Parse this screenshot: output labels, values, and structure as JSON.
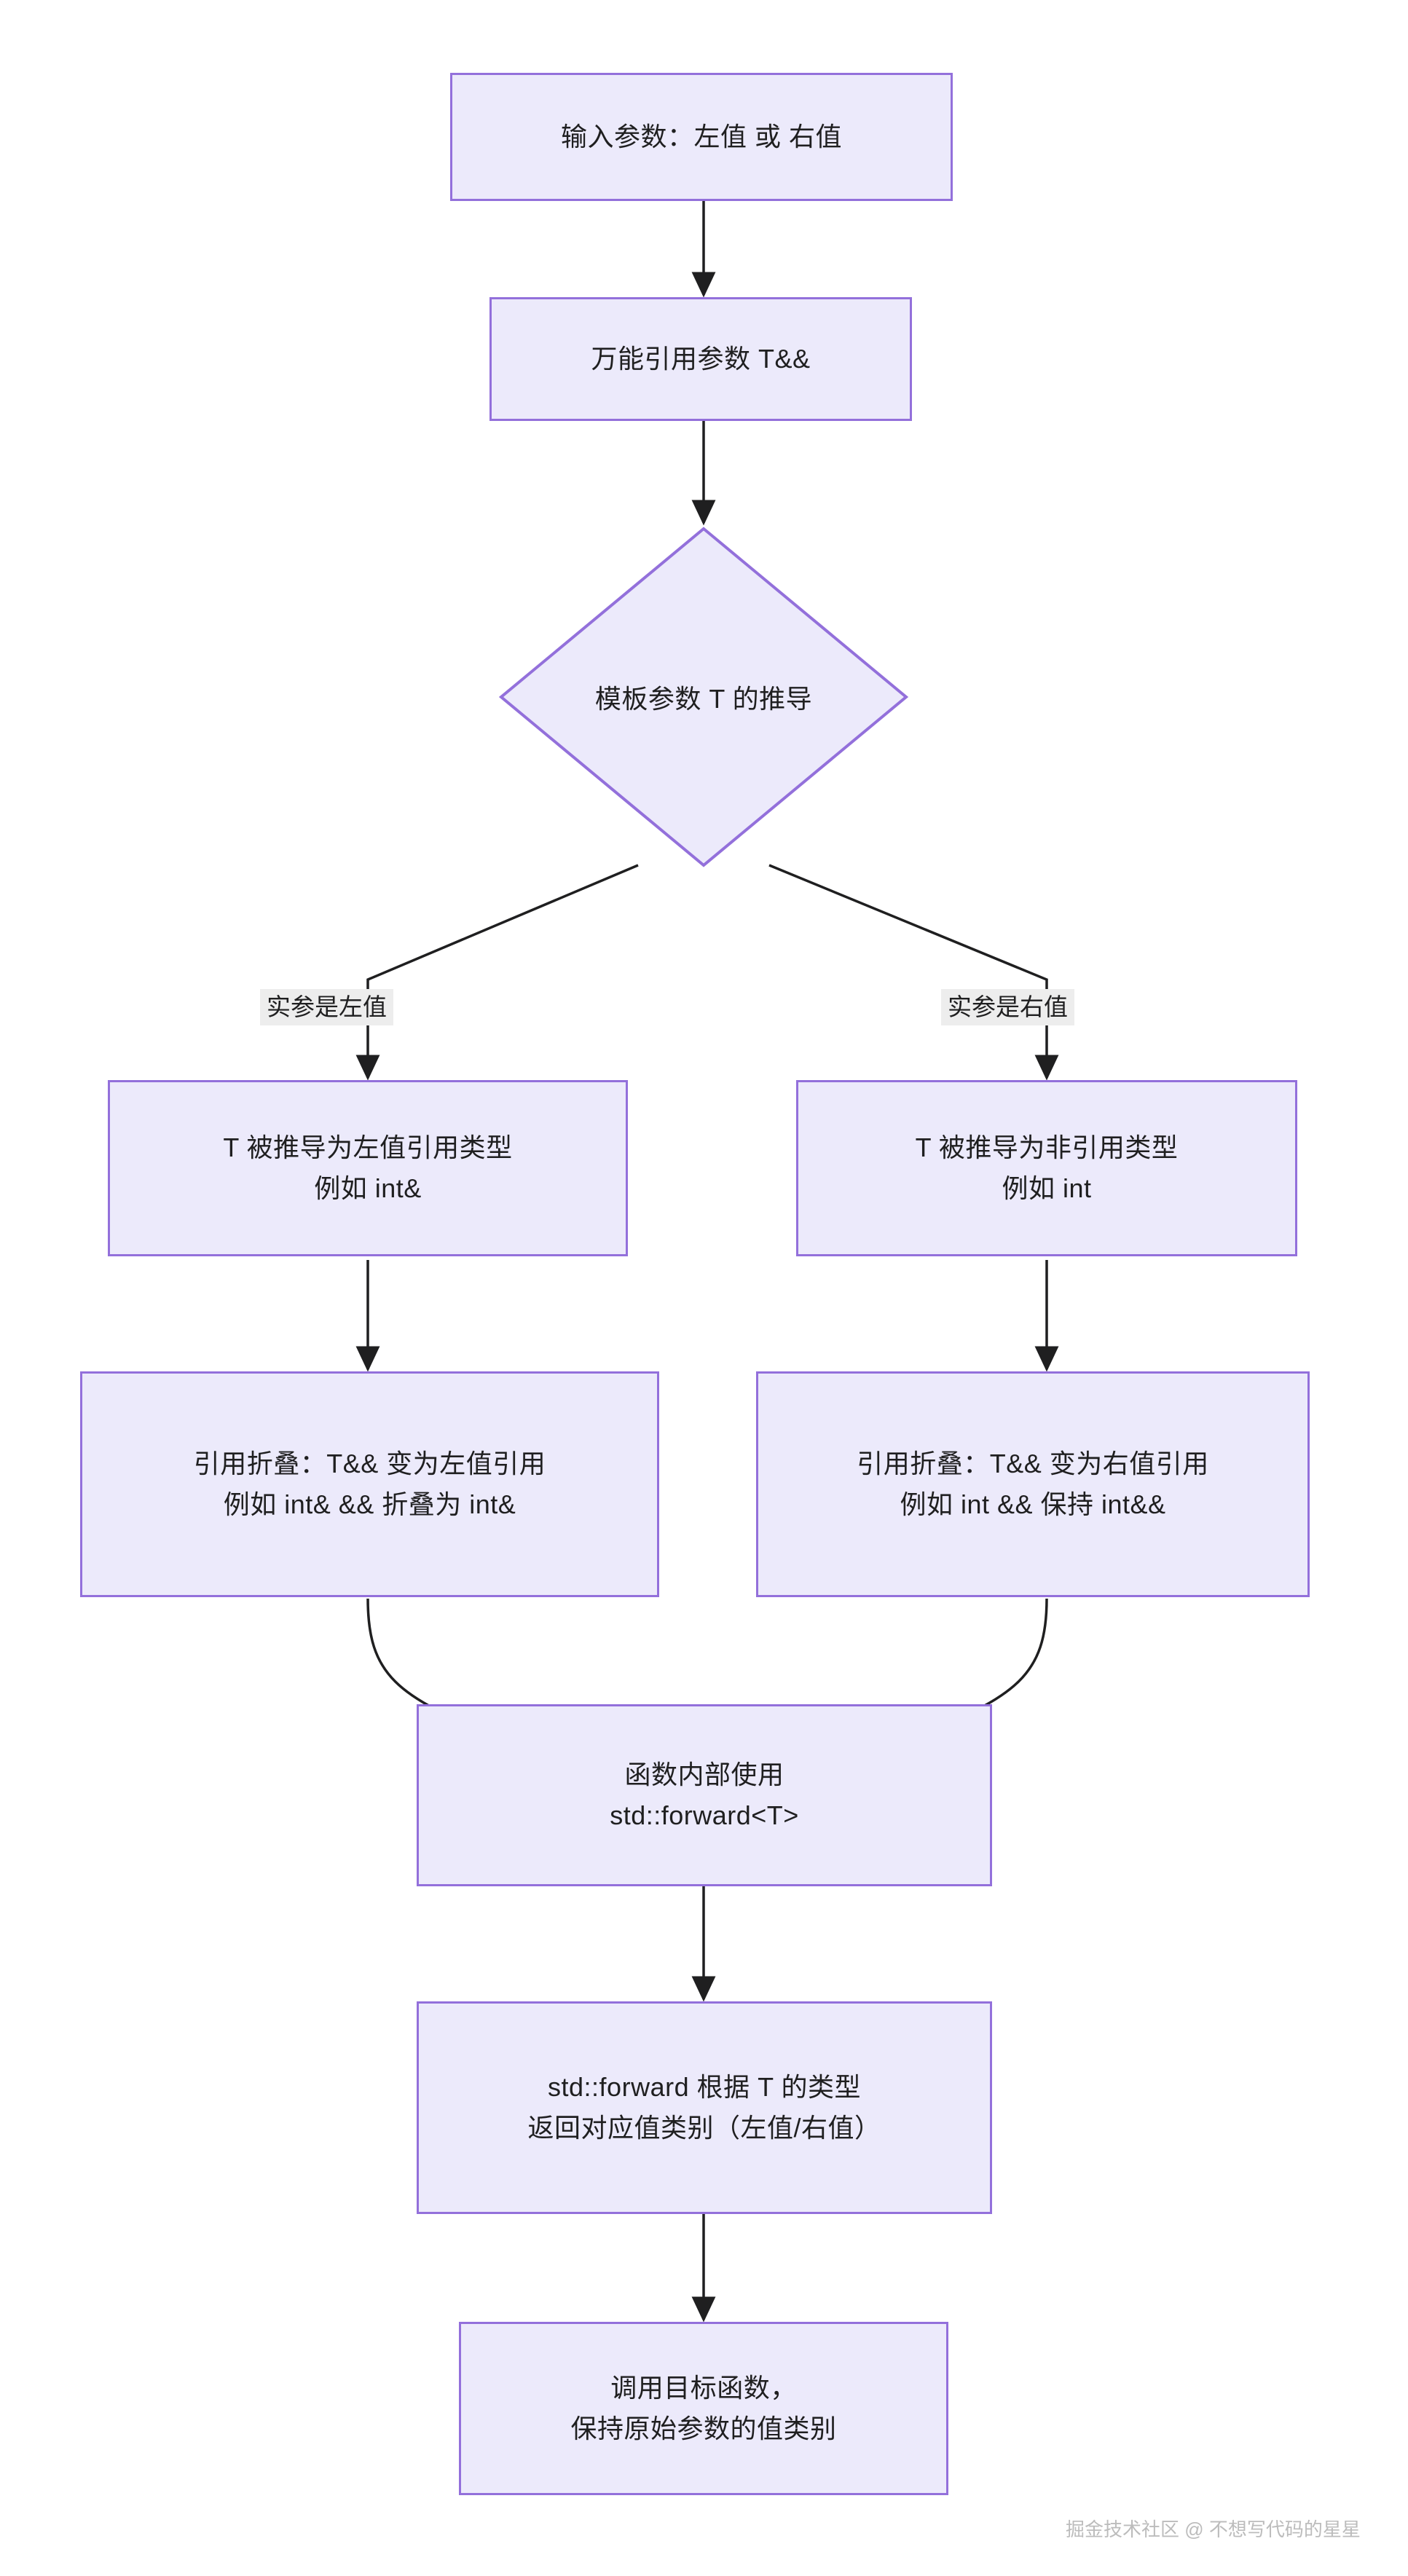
{
  "diagram": {
    "type": "flowchart",
    "direction": "top-down",
    "theme": {
      "node_fill": "#ECEAFB",
      "node_border": "#9370DB",
      "edge_color": "#1f1f20",
      "edge_label_bg": "#ededed",
      "text_color": "#1f1f20",
      "background": "#ffffff"
    },
    "nodes": {
      "input": {
        "label": "输入参数：左值 或 右值",
        "shape": "rect"
      },
      "universal_ref": {
        "label": "万能引用参数 T&&",
        "shape": "rect"
      },
      "deduction": {
        "label": "模板参数 T 的推导",
        "shape": "diamond"
      },
      "lvalue_deduce": {
        "label": "T 被推导为左值引用类型\n例如 int&",
        "shape": "rect"
      },
      "rvalue_deduce": {
        "label": "T 被推导为非引用类型\n例如 int",
        "shape": "rect"
      },
      "lvalue_collapse": {
        "label": "引用折叠：T&& 变为左值引用\n例如 int& && 折叠为 int&",
        "shape": "rect"
      },
      "rvalue_collapse": {
        "label": "引用折叠：T&& 变为右值引用\n例如 int && 保持 int&&",
        "shape": "rect"
      },
      "use_forward": {
        "label": "函数内部使用\nstd::forward<T>",
        "shape": "rect"
      },
      "forward_returns": {
        "label": "std::forward 根据 T 的类型\n返回对应值类别（左值/右值）",
        "shape": "rect"
      },
      "call_target": {
        "label": "调用目标函数，\n保持原始参数的值类别",
        "shape": "rect"
      }
    },
    "edges": [
      {
        "from": "input",
        "to": "universal_ref",
        "label": ""
      },
      {
        "from": "universal_ref",
        "to": "deduction",
        "label": ""
      },
      {
        "from": "deduction",
        "to": "lvalue_deduce",
        "label": "实参是左值"
      },
      {
        "from": "deduction",
        "to": "rvalue_deduce",
        "label": "实参是右值"
      },
      {
        "from": "lvalue_deduce",
        "to": "lvalue_collapse",
        "label": ""
      },
      {
        "from": "rvalue_deduce",
        "to": "rvalue_collapse",
        "label": ""
      },
      {
        "from": "lvalue_collapse",
        "to": "use_forward",
        "label": ""
      },
      {
        "from": "rvalue_collapse",
        "to": "use_forward",
        "label": ""
      },
      {
        "from": "use_forward",
        "to": "forward_returns",
        "label": ""
      },
      {
        "from": "forward_returns",
        "to": "call_target",
        "label": ""
      }
    ],
    "edge_labels": {
      "left_branch": "实参是左值",
      "right_branch": "实参是右值"
    },
    "watermark": "掘金技术社区 @ 不想写代码的星星"
  }
}
